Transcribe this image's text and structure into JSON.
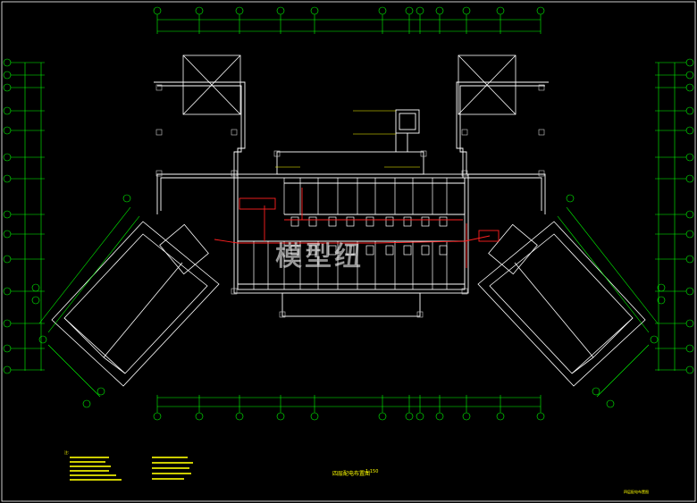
{
  "drawing": {
    "plan_title": "四层配电布置图",
    "plan_scale": "1:150",
    "frame_title": "四层配电布置图",
    "notes_title": "注:",
    "watermark": "模型纽"
  },
  "colors": {
    "background": "#000000",
    "walls": "#ffffff",
    "dimension": "#00ff00",
    "axis_bubble": "#00ff00",
    "wiring": "#ff2020",
    "annotation": "#ffff00",
    "columns": "#cccccc"
  }
}
